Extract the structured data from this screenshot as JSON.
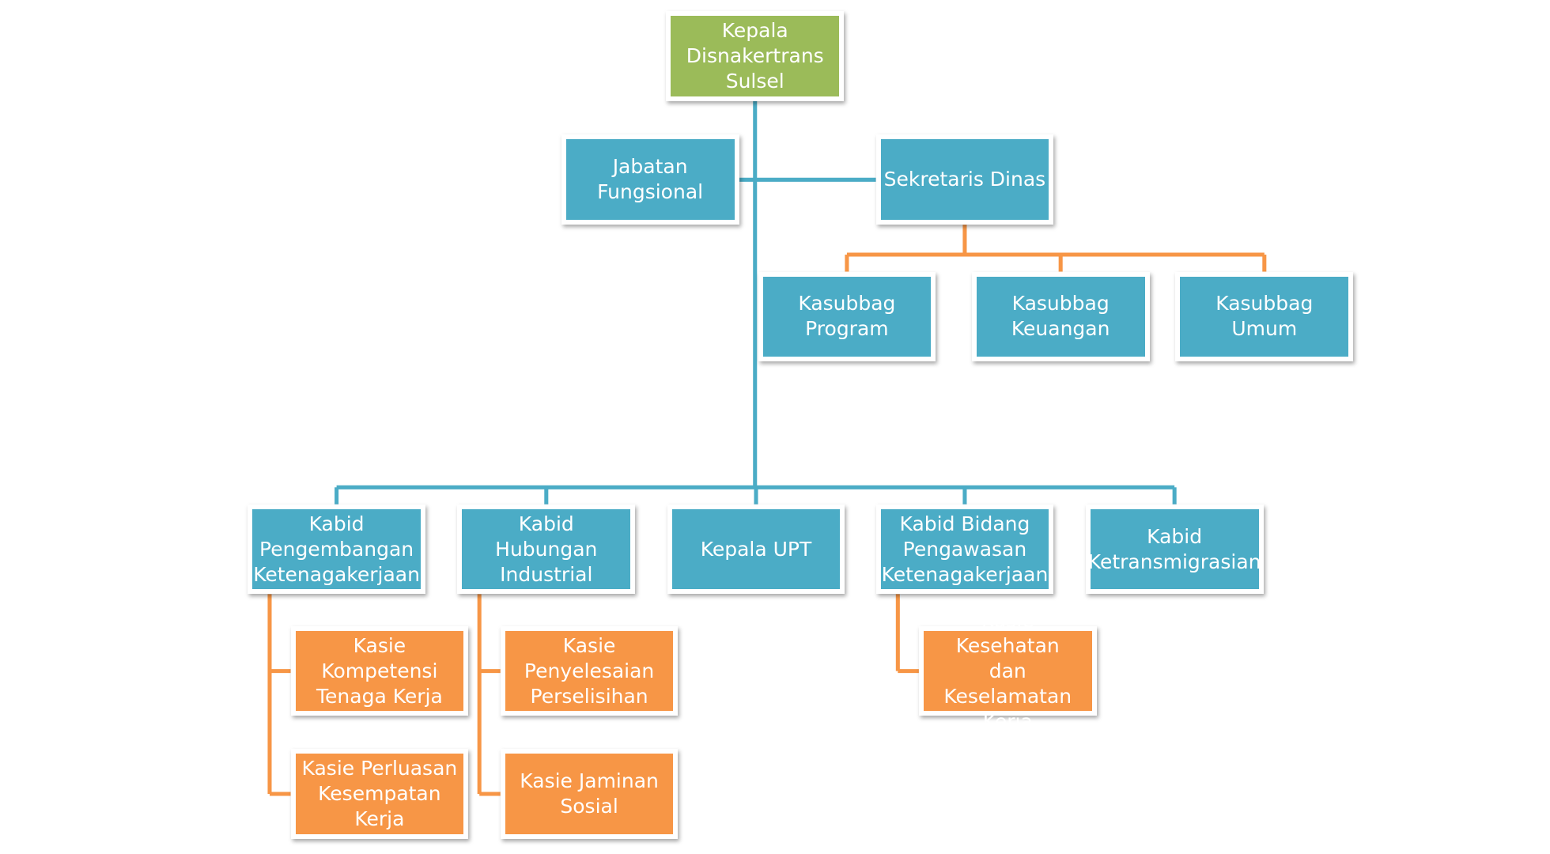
{
  "chart_data": {
    "type": "org-chart",
    "colors": {
      "head": "#9bbb59",
      "unit": "#4bacc6",
      "section": "#f79646",
      "blue_line": "#4bacc6",
      "orange_line": "#f79646"
    },
    "nodes": {
      "kepala_dinas": {
        "label": "Kepala\nDisnakertrans\nSulsel",
        "color": "green"
      },
      "jabatan_fungsional": {
        "label": "Jabatan\nFungsional",
        "color": "blue"
      },
      "sekretaris_dinas": {
        "label": "Sekretaris Dinas",
        "color": "blue"
      },
      "kasubbag_program": {
        "label": "Kasubbag\nProgram",
        "color": "blue"
      },
      "kasubbag_keuangan": {
        "label": "Kasubbag\nKeuangan",
        "color": "blue"
      },
      "kasubbag_umum": {
        "label": "Kasubbag Umum",
        "color": "blue"
      },
      "kabid_pengembangan": {
        "label": "Kabid\nPengembangan\nKetenagakerjaan",
        "color": "blue"
      },
      "kabid_hubungan_industrial": {
        "label": "Kabid Hubungan\nIndustrial",
        "color": "blue"
      },
      "kepala_upt": {
        "label": "Kepala UPT",
        "color": "blue"
      },
      "kabid_pengawasan": {
        "label": "Kabid Bidang\nPengawasan\nKetenagakerjaan",
        "color": "blue"
      },
      "kabid_ketransmigrasian": {
        "label": "Kabid\nKetransmigrasian",
        "color": "blue"
      },
      "kasie_kompetensi": {
        "label": "Kasie Kompetensi\nTenaga Kerja",
        "color": "orange"
      },
      "kasie_perluasan": {
        "label": "Kasie Perluasan\nKesempatan Kerja",
        "color": "orange"
      },
      "kasie_penyelesaian": {
        "label": "Kasie\nPenyelesaian\nPerselisihan",
        "color": "orange"
      },
      "kasie_jaminan": {
        "label": "Kasie Jaminan\nSosial",
        "color": "orange"
      },
      "kasie_k3": {
        "label": "Kasie Kesehatan\ndan Keselamatan\nKerja",
        "color": "orange"
      }
    },
    "relations": [
      {
        "parent": "kepala_dinas",
        "child": "jabatan_fungsional",
        "type": "side"
      },
      {
        "parent": "kepala_dinas",
        "child": "sekretaris_dinas",
        "type": "side"
      },
      {
        "parent": "sekretaris_dinas",
        "child": "kasubbag_program",
        "type": "hierarchy"
      },
      {
        "parent": "sekretaris_dinas",
        "child": "kasubbag_keuangan",
        "type": "hierarchy"
      },
      {
        "parent": "sekretaris_dinas",
        "child": "kasubbag_umum",
        "type": "hierarchy"
      },
      {
        "parent": "kepala_dinas",
        "child": "kabid_pengembangan",
        "type": "hierarchy"
      },
      {
        "parent": "kepala_dinas",
        "child": "kabid_hubungan_industrial",
        "type": "hierarchy"
      },
      {
        "parent": "kepala_dinas",
        "child": "kepala_upt",
        "type": "hierarchy"
      },
      {
        "parent": "kepala_dinas",
        "child": "kabid_pengawasan",
        "type": "hierarchy"
      },
      {
        "parent": "kepala_dinas",
        "child": "kabid_ketransmigrasian",
        "type": "hierarchy"
      },
      {
        "parent": "kabid_pengembangan",
        "child": "kasie_kompetensi",
        "type": "hanging"
      },
      {
        "parent": "kabid_pengembangan",
        "child": "kasie_perluasan",
        "type": "hanging"
      },
      {
        "parent": "kabid_hubungan_industrial",
        "child": "kasie_penyelesaian",
        "type": "hanging"
      },
      {
        "parent": "kabid_hubungan_industrial",
        "child": "kasie_jaminan",
        "type": "hanging"
      },
      {
        "parent": "kabid_pengawasan",
        "child": "kasie_k3",
        "type": "hanging"
      }
    ]
  }
}
